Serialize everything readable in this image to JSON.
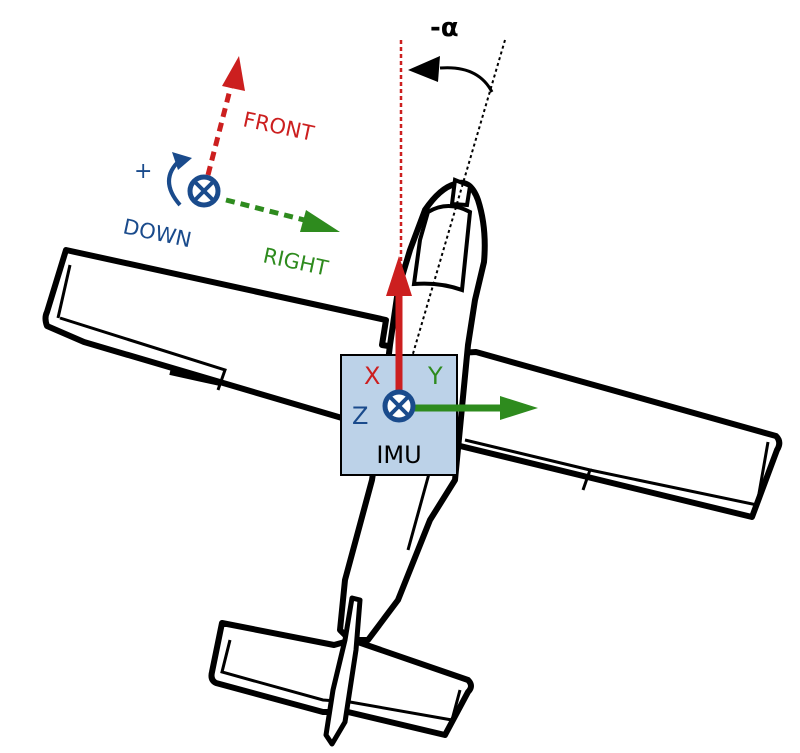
{
  "colors": {
    "red": "#cc1f1f",
    "green": "#2e8b1e",
    "blue": "#1a4b8c",
    "imu_fill": "#bcd2e8",
    "outline": "#000000"
  },
  "reference_frame": {
    "front_label": "FRONT",
    "right_label": "RIGHT",
    "down_label": "DOWN",
    "rotation_sign": "+"
  },
  "imu": {
    "label": "IMU",
    "x_label": "X",
    "y_label": "Y",
    "z_label": "Z"
  },
  "angle_label": "-α",
  "icons": [
    "airplane-top-view-icon",
    "into-page-axis-icon",
    "curved-rotation-arrow-icon"
  ]
}
